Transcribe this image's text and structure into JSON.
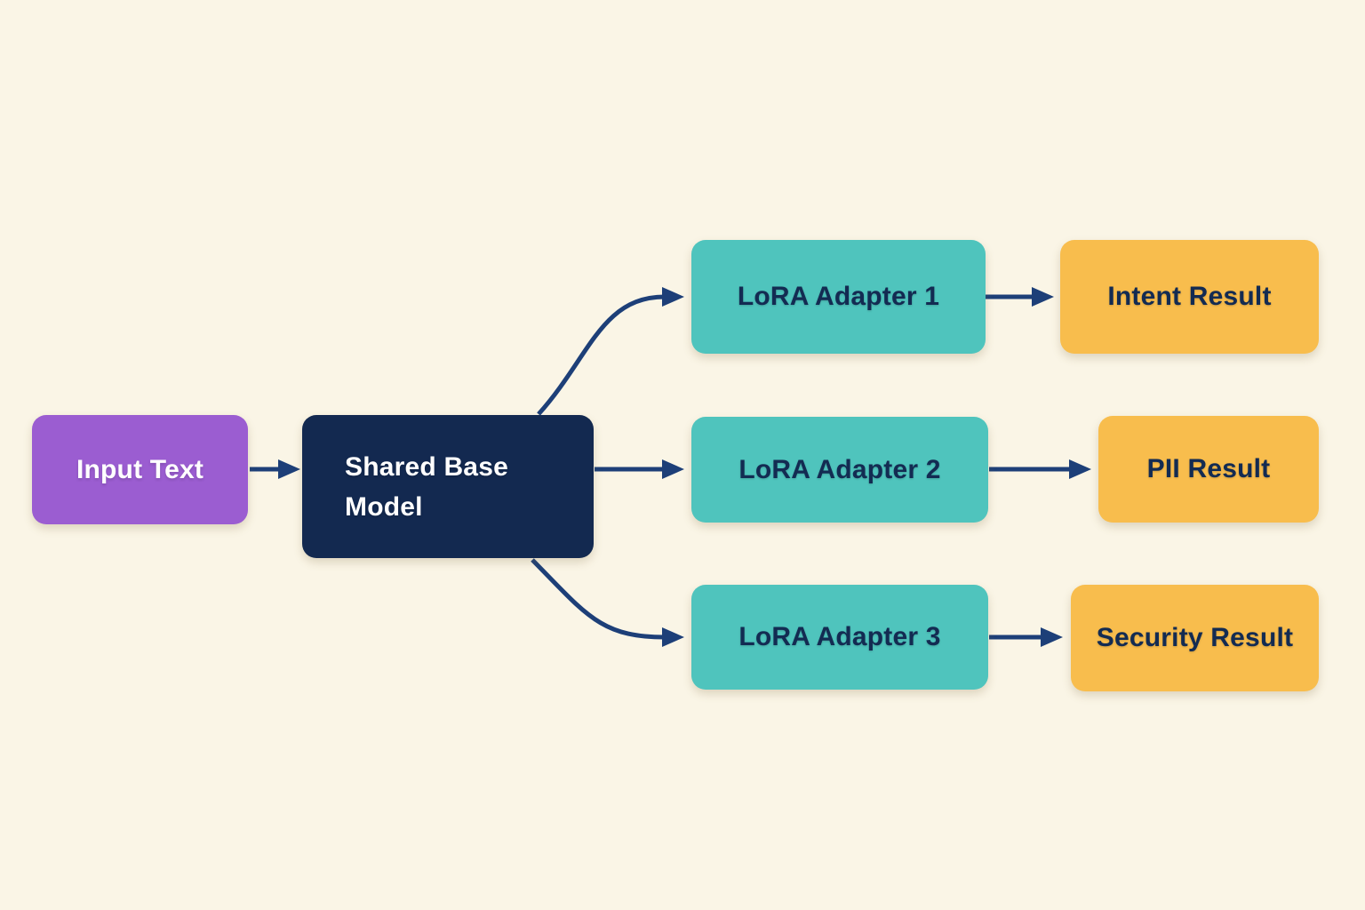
{
  "diagram": {
    "colors": {
      "background": "#faf5e6",
      "edge": "#1d3f78",
      "purple": "#9b5dd1",
      "navy": "#132950",
      "teal": "#4fc4bd",
      "orange": "#f8bd4d",
      "light_text": "#ffffff",
      "dark_text": "#132b52"
    },
    "nodes": {
      "input": {
        "label": "Input Text",
        "fill": "#9b5dd1",
        "text_color": "#ffffff"
      },
      "base": {
        "label": "Shared Base Model",
        "fill": "#132950",
        "text_color": "#ffffff"
      },
      "lora1": {
        "label": "LoRA Adapter 1",
        "fill": "#4fc4bd",
        "text_color": "#132b52"
      },
      "lora2": {
        "label": "LoRA Adapter 2",
        "fill": "#4fc4bd",
        "text_color": "#132b52"
      },
      "lora3": {
        "label": "LoRA Adapter 3",
        "fill": "#4fc4bd",
        "text_color": "#132b52"
      },
      "intent": {
        "label": "Intent Result",
        "fill": "#f8bd4d",
        "text_color": "#132b52"
      },
      "pii": {
        "label": "PII Result",
        "fill": "#f8bd4d",
        "text_color": "#132b52"
      },
      "security": {
        "label": "Security Result",
        "fill": "#f8bd4d",
        "text_color": "#132b52"
      }
    },
    "edges": [
      {
        "from": "input",
        "to": "base"
      },
      {
        "from": "base",
        "to": "lora1"
      },
      {
        "from": "base",
        "to": "lora2"
      },
      {
        "from": "base",
        "to": "lora3"
      },
      {
        "from": "lora1",
        "to": "intent"
      },
      {
        "from": "lora2",
        "to": "pii"
      },
      {
        "from": "lora3",
        "to": "security"
      }
    ]
  }
}
